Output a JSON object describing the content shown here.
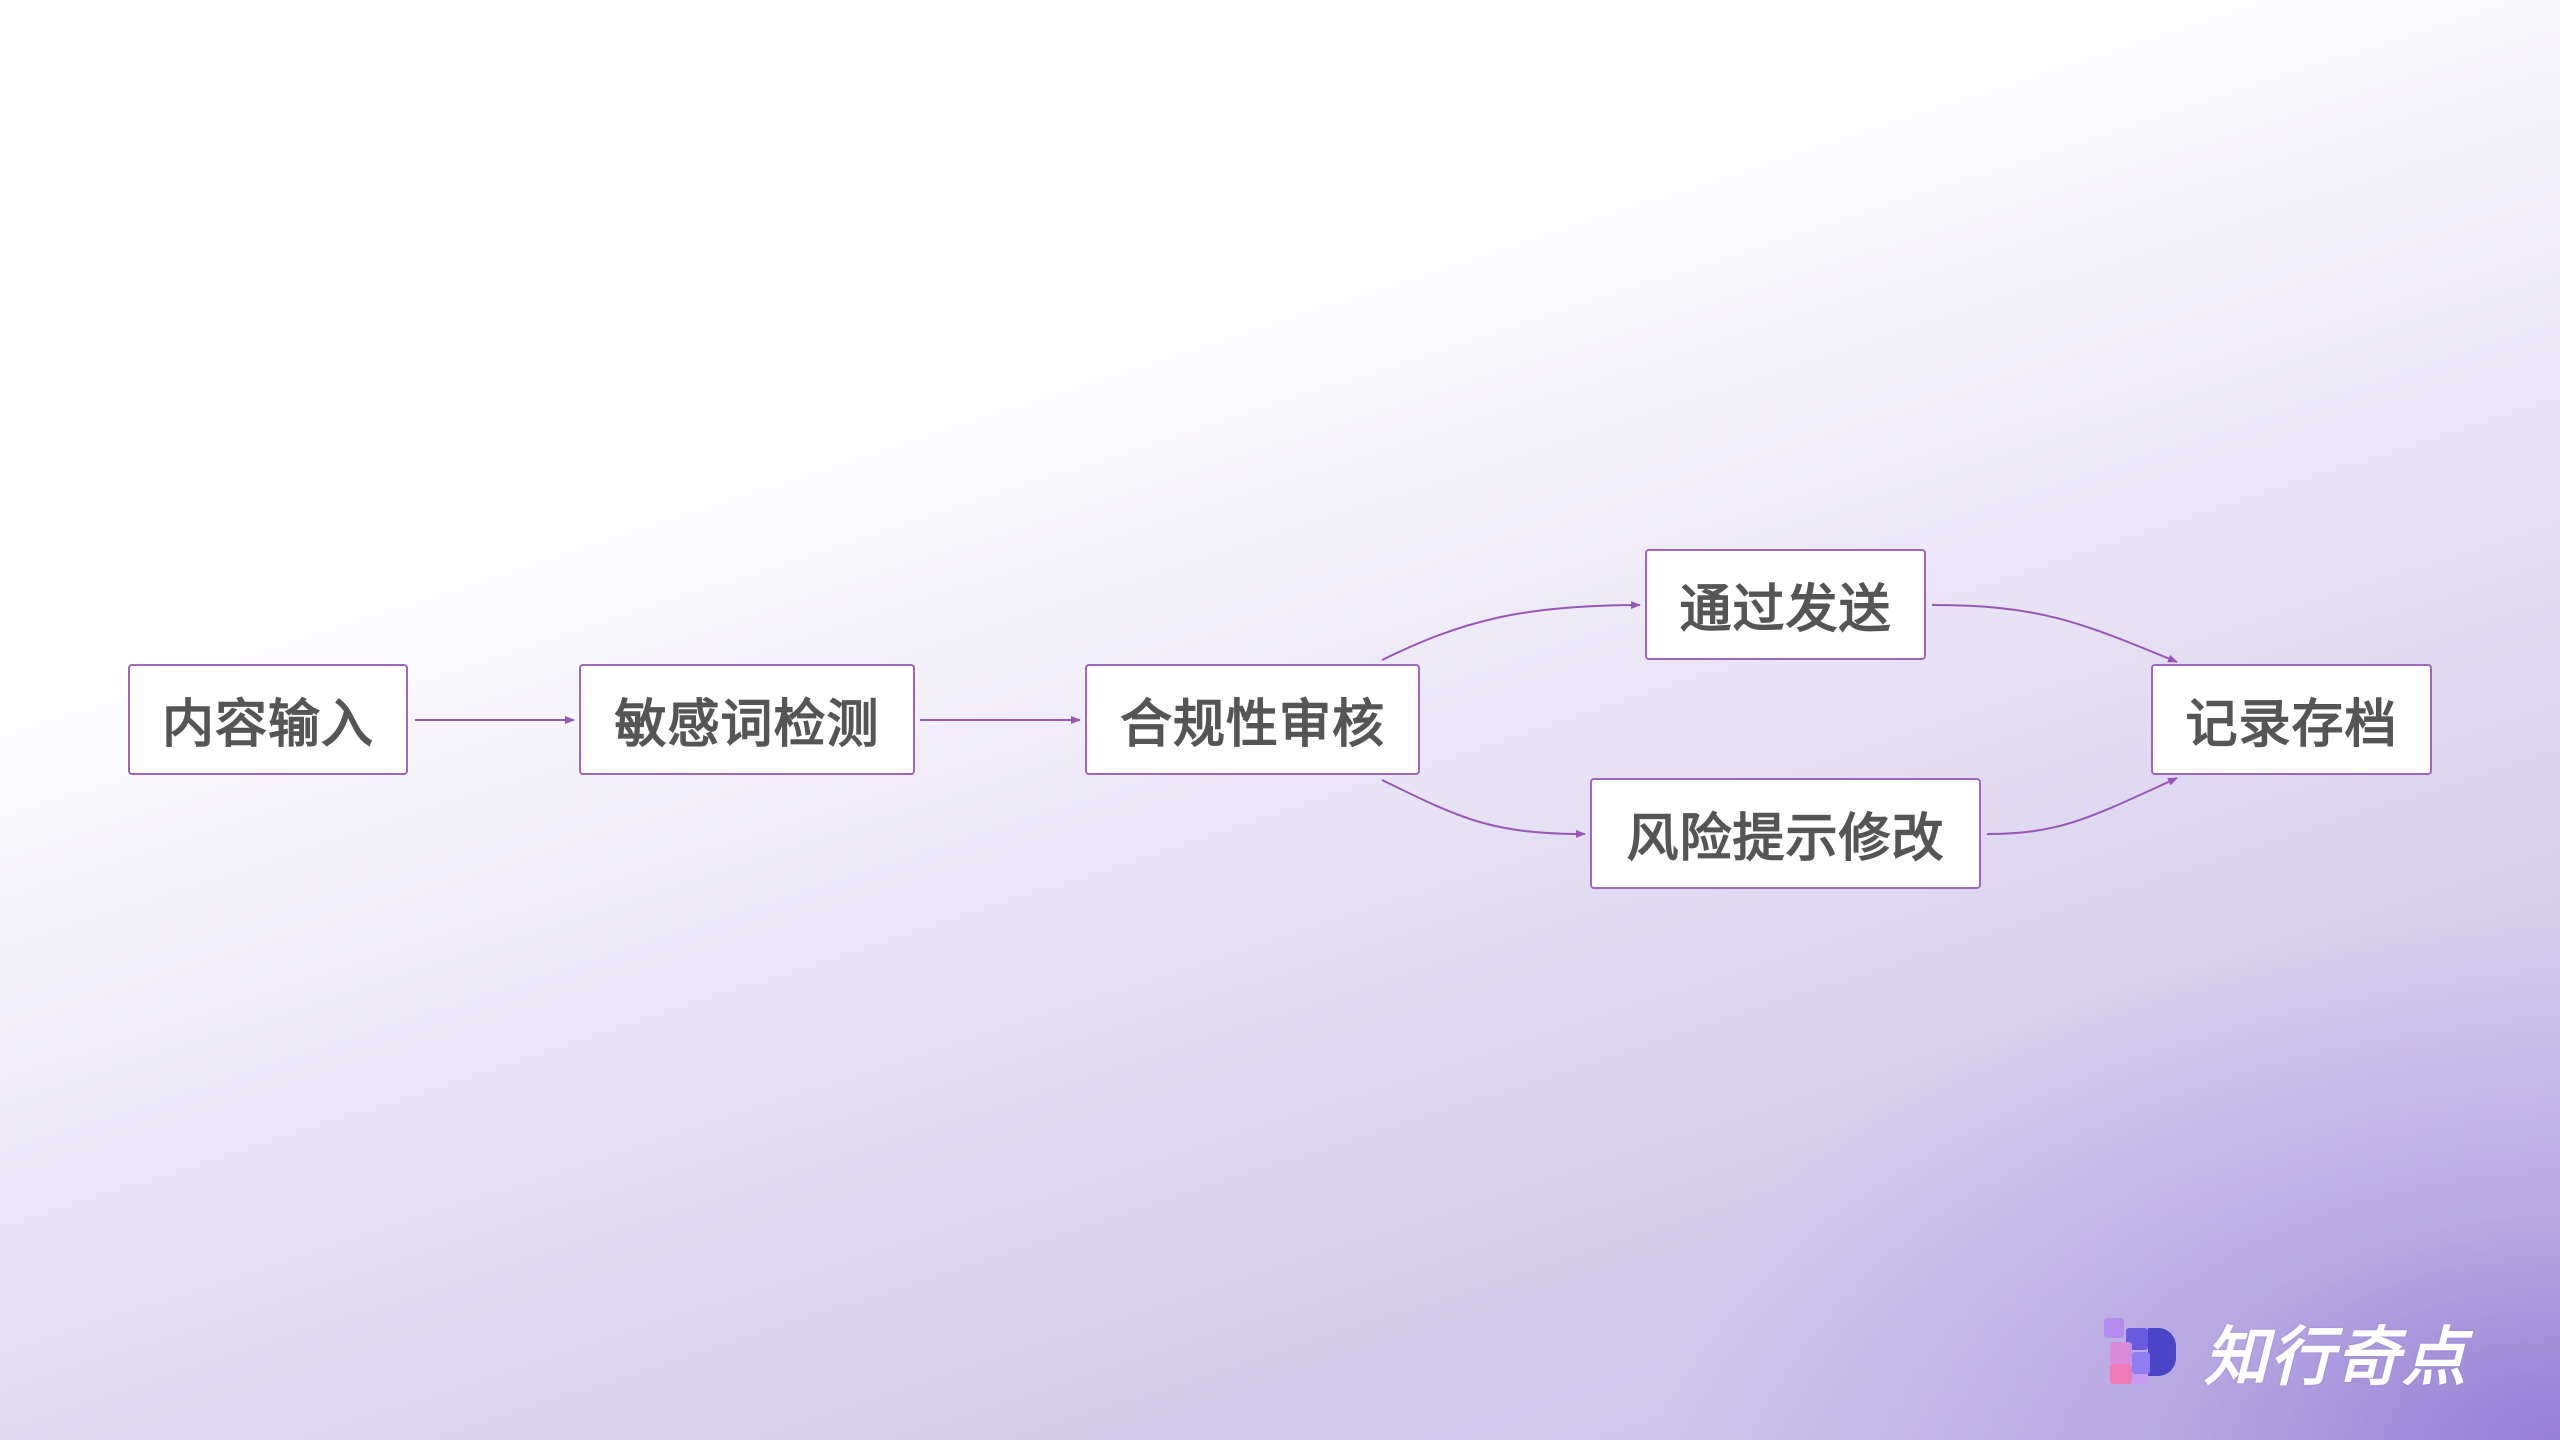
{
  "flowchart": {
    "nodes": [
      {
        "id": "n1",
        "label": "内容输入"
      },
      {
        "id": "n2",
        "label": "敏感词检测"
      },
      {
        "id": "n3",
        "label": "合规性审核"
      },
      {
        "id": "n4",
        "label": "通过发送"
      },
      {
        "id": "n5",
        "label": "风险提示修改"
      },
      {
        "id": "n6",
        "label": "记录存档"
      }
    ],
    "edges": [
      {
        "from": "n1",
        "to": "n2"
      },
      {
        "from": "n2",
        "to": "n3"
      },
      {
        "from": "n3",
        "to": "n4"
      },
      {
        "from": "n3",
        "to": "n5"
      },
      {
        "from": "n4",
        "to": "n6"
      },
      {
        "from": "n5",
        "to": "n6"
      }
    ]
  },
  "colors": {
    "node_border": "#a066bd",
    "edge": "#9a55b8",
    "node_text": "#555555"
  },
  "brand": {
    "name": "知行奇点",
    "icon": "brand-logo-icon"
  }
}
